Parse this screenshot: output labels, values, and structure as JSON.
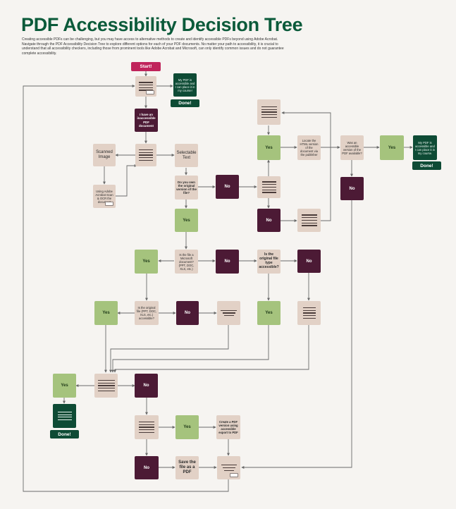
{
  "header": {
    "title": "PDF Accessibility Decision Tree",
    "intro": "Creating accessible PDFs can be challenging, but you may have access to alternative methods to create and identify accessible PDFs beyond using Adobe Acrobat. Navigate through the PDF Accessibility Decision Tree to explore different options for each of your PDF documents. No matter your path to accessibility, it is crucial to understand that all accessibility checkers, including those from prominent tools like Adobe Acrobat and Microsoft, can only identify common issues and do not guarantee complete accessibility."
  },
  "nodes": {
    "start": "Start!",
    "done_top": "Done!",
    "done_right": "Done!",
    "done_bottom": "Done!",
    "accessible_top": "My PDF is accessible and I can place it in my course!",
    "accessible_right": "My PDF is accessible and I can place it in my course.",
    "inaccessible": "I have an inaccessible PDF document",
    "scanned": "Scanned Image",
    "selectable": "Selectable Text",
    "ocr": "Using Adobe Acrobat Scan & OCR the document",
    "own_original": "Do you own the original version of the file?",
    "microsoft": "Is the file a Microsoft document? (PPT, DOC, XLS, etc.)",
    "orig_accessible": "Is the original file type accessible?",
    "orig_ms_accessible": "Is the original file (PPT, DOC, XLS, etc.) accessible?",
    "locate_html": "Locate the HTML version of the document via the publisher",
    "html_accessible": "Was an accessible version of the PDF available?",
    "create_pdf": "Create a PDF version using accessible export to PDF",
    "save_pdf": "Save the file as a PDF",
    "yes": "Yes",
    "no": "No"
  },
  "colors": {
    "title": "#0b5a3a",
    "tan": "#e2d1c6",
    "yes": "#a5c37d",
    "no": "#4c1a35",
    "dark_green": "#0e4b35",
    "start": "#c0245b",
    "line": "#6a6a6a"
  },
  "icons": {
    "document": "document-lines-icon",
    "checker": "checker-chip-icon",
    "arrow": "arrow-icon"
  }
}
